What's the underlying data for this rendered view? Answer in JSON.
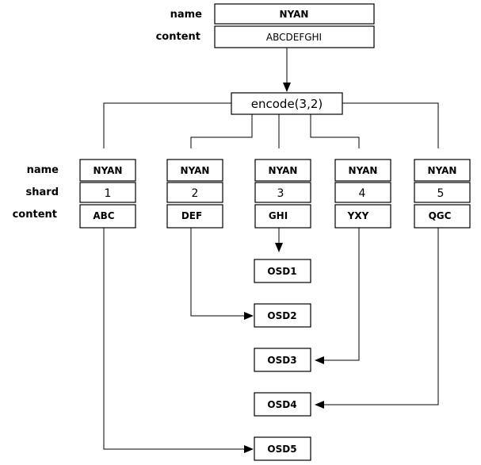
{
  "object": {
    "name_label": "name",
    "content_label": "content",
    "name": "NYAN",
    "content": "ABCDEFGHI"
  },
  "encode": {
    "label": "encode(3,2)"
  },
  "row_labels": {
    "name": "name",
    "shard": "shard",
    "content": "content"
  },
  "shards": [
    {
      "name": "NYAN",
      "shard": "1",
      "content": "ABC",
      "osd": "OSD5"
    },
    {
      "name": "NYAN",
      "shard": "2",
      "content": "DEF",
      "osd": "OSD2"
    },
    {
      "name": "NYAN",
      "shard": "3",
      "content": "GHI",
      "osd": "OSD1"
    },
    {
      "name": "NYAN",
      "shard": "4",
      "content": "YXY",
      "osd": "OSD3"
    },
    {
      "name": "NYAN",
      "shard": "5",
      "content": "QGC",
      "osd": "OSD4"
    }
  ],
  "osds": [
    "OSD1",
    "OSD2",
    "OSD3",
    "OSD4",
    "OSD5"
  ]
}
